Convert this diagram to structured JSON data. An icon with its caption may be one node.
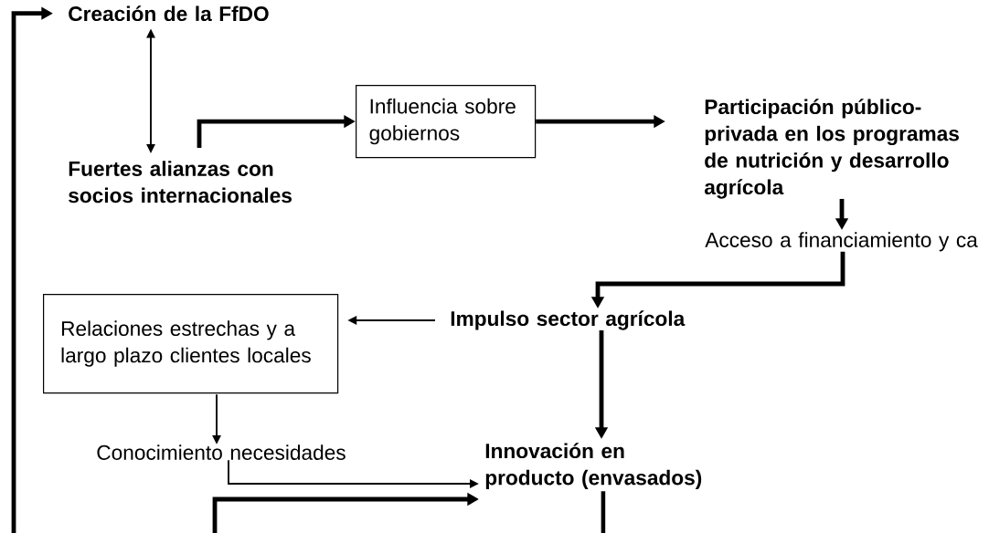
{
  "diagram": {
    "nodes": [
      {
        "text": [
          "Creación de la FfDO"
        ]
      },
      {
        "text": [
          "Fuertes alianzas con socios internacionales"
        ]
      },
      {
        "text": [
          "Influencia sobre gobiernos"
        ]
      },
      {
        "text": [
          "Participación público-privada en los programas de nutrición y desarrollo agrícola"
        ]
      },
      {
        "text": [
          "Acceso a financiamiento y ca"
        ]
      },
      {
        "text": [
          "Impulso sector agrícola"
        ]
      },
      {
        "text": [
          "Relaciones estrechas y a largo plazo clientes locales"
        ]
      },
      {
        "text": [
          "Conocimiento necesidades"
        ]
      },
      {
        "text": [
          "Innovación en producto (envasados)"
        ]
      }
    ],
    "edges": [
      {
        "from": 0,
        "to": 1,
        "arrow": "both"
      },
      {
        "from": 1,
        "to": 2,
        "arrow": "to"
      },
      {
        "from": 2,
        "to": 3,
        "arrow": "to"
      },
      {
        "from": 3,
        "to": 4,
        "arrow": "to"
      },
      {
        "from": 4,
        "to": 5,
        "arrow": "to"
      },
      {
        "from": 5,
        "to": 6,
        "arrow": "to"
      },
      {
        "from": 5,
        "to": 8,
        "arrow": "to"
      },
      {
        "from": 6,
        "to": 7,
        "arrow": "to"
      },
      {
        "from": 7,
        "to": 8,
        "arrow": "to"
      },
      {
        "from": null,
        "to": 8,
        "arrow": "to"
      },
      {
        "from": null,
        "to": 0,
        "arrow": "to"
      },
      {
        "from": 8,
        "to": null,
        "arrow": "none"
      }
    ]
  }
}
